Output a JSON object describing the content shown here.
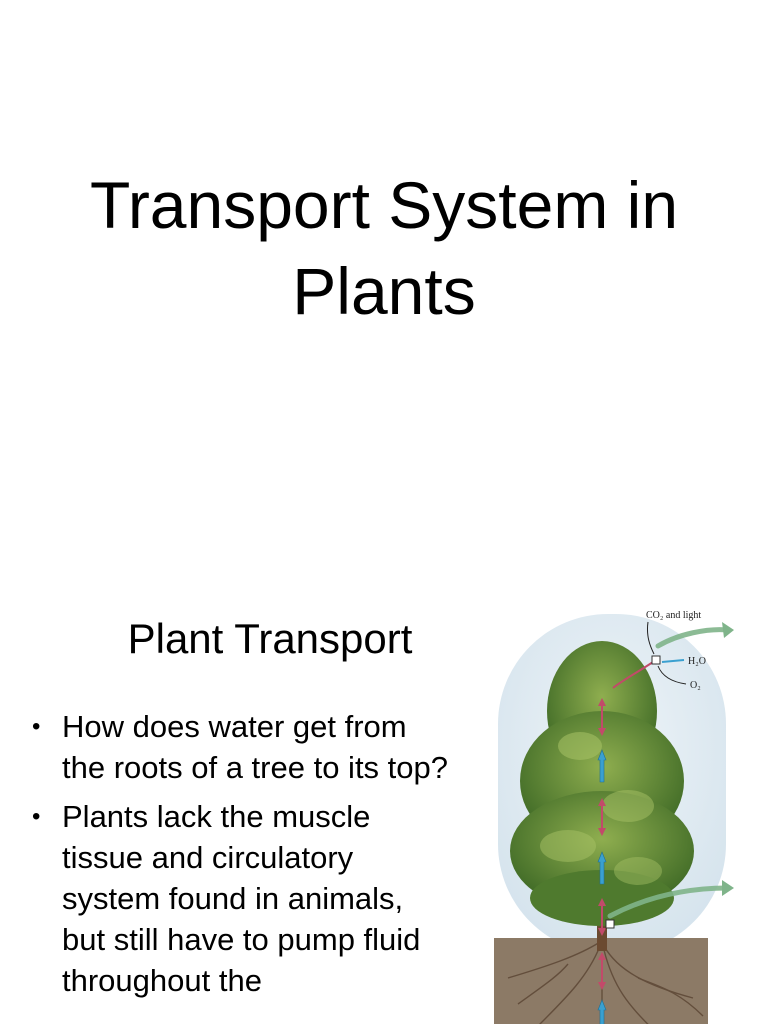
{
  "slides": [
    {
      "title_lines": [
        "Transport System in",
        "Plants"
      ]
    },
    {
      "heading": "Plant Transport",
      "bullets": [
        "How does water get from the roots of a tree to its top?",
        "Plants lack the muscle tissue and circulatory system found in animals, but still have to pump fluid throughout the"
      ],
      "figure": {
        "label_top": "CO₂ and light",
        "label_water": "H₂O",
        "label_oxygen": "O₂",
        "colors": {
          "foliage": "#4f7a2e",
          "foliage_light": "#8fae4f",
          "soil": "#8c7a66",
          "sky": "#dde8f0",
          "trunk": "#6b4a30",
          "arrow_up": "#3aa0d0",
          "arrow_pink": "#c24a6a",
          "arrow_green": "#9ac9a0"
        }
      }
    }
  ]
}
